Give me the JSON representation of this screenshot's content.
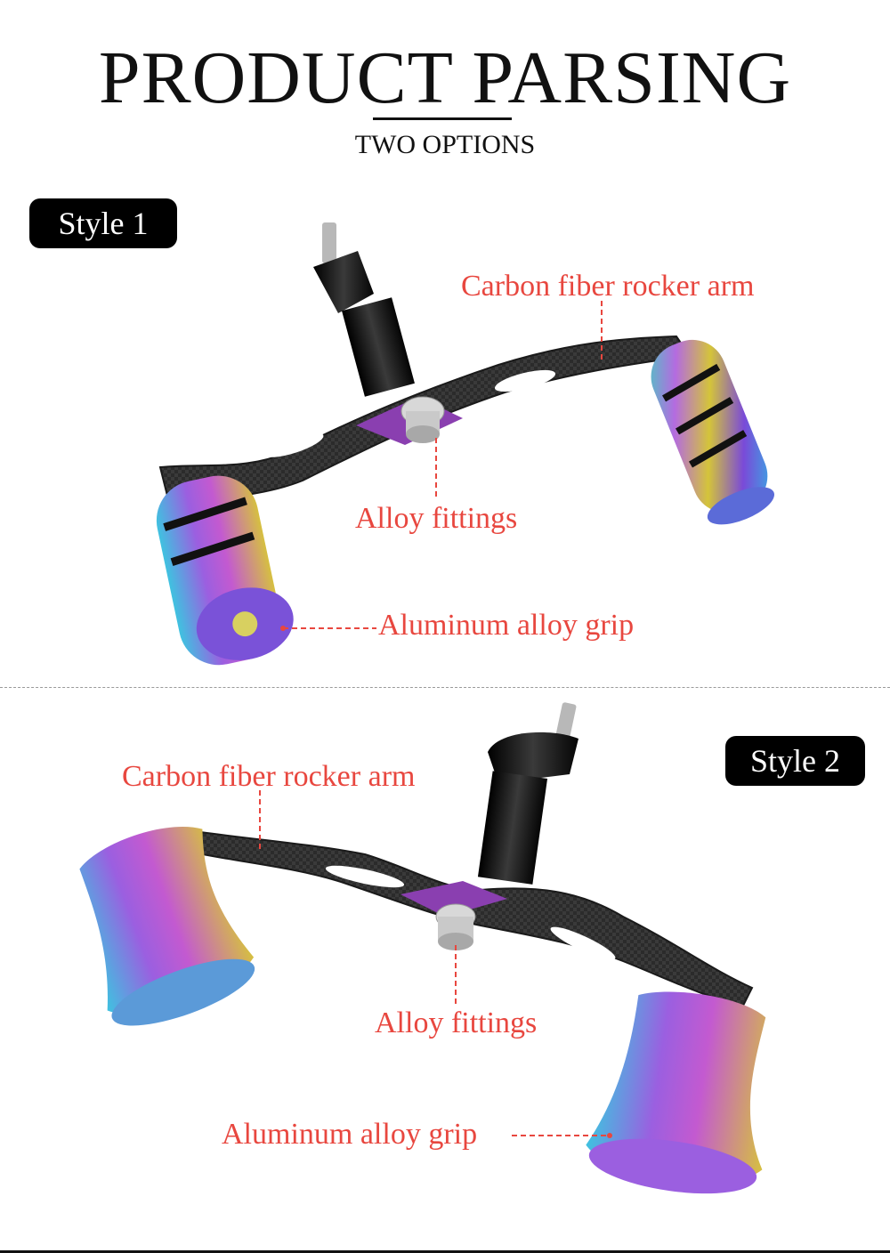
{
  "header": {
    "title": "PRODUCT PARSING",
    "subtitle": "TWO OPTIONS"
  },
  "colors": {
    "label": "#e8473f",
    "badge_bg": "#000000",
    "carbon": "#2a2a2a",
    "knob": "#111111",
    "bolt": "#c9c9c9",
    "plate": "#8a3fb0"
  },
  "style1": {
    "badge": "Style 1",
    "labels": {
      "arm": "Carbon fiber rocker arm",
      "fittings": "Alloy fittings",
      "grip": "Aluminum alloy grip"
    }
  },
  "style2": {
    "badge": "Style 2",
    "labels": {
      "arm": "Carbon fiber rocker arm",
      "fittings": "Alloy fittings",
      "grip": "Aluminum alloy grip"
    }
  }
}
